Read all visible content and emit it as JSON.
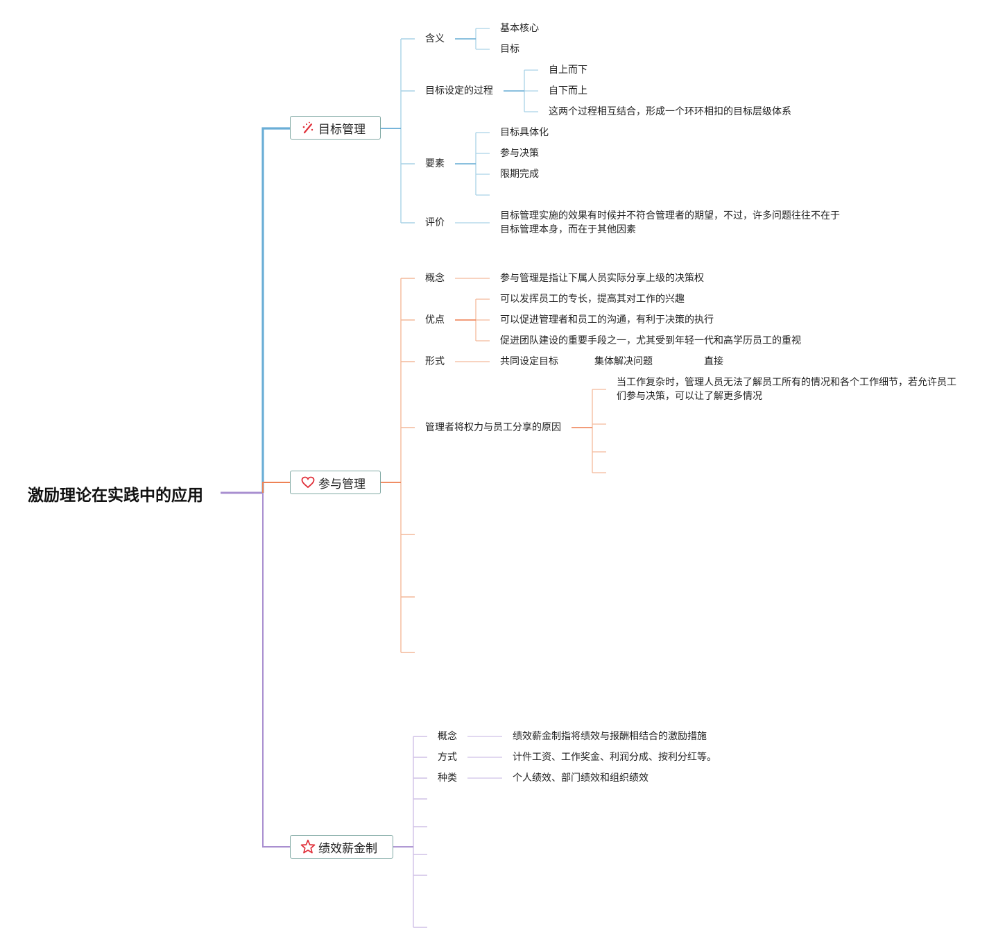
{
  "root": "激励理论在实践中的应用",
  "colors": {
    "blue": "#6aaed6",
    "blue_light": "#a9d2e6",
    "orange": "#ee8255",
    "orange_light": "#f4b99a",
    "purple": "#a98fd0",
    "purple_light": "#cfc0e6",
    "icon_red": "#e0303a"
  },
  "branches": {
    "mbo": {
      "label": "目标管理",
      "icon": "magic-wand-icon",
      "meaning": {
        "label": "含义",
        "items": [
          "基本核心",
          "目标"
        ]
      },
      "process": {
        "label": "目标设定的过程",
        "items": [
          "自上而下",
          "自下而上",
          "这两个过程相互结合，形成一个环环相扣的目标层级体系"
        ]
      },
      "elements": {
        "label": "要素",
        "items": [
          "目标具体化",
          "参与决策",
          "限期完成"
        ]
      },
      "evaluation": {
        "label": "评价",
        "text": "目标管理实施的效果有时候并不符合管理者的期望，不过，许多问题往往不在于目标管理本身，而在于其他因素"
      }
    },
    "participation": {
      "label": "参与管理",
      "icon": "heart-icon",
      "concept": {
        "label": "概念",
        "text": "参与管理是指让下属人员实际分享上级的决策权"
      },
      "advantages": {
        "label": "优点",
        "items": [
          "可以发挥员工的专长，提高其对工作的兴趣",
          "可以促进管理者和员工的沟通，有利于决策的执行",
          "促进团队建设的重要手段之一，尤其受到年轻一代和高学历员工的重视"
        ]
      },
      "forms": {
        "label": "形式",
        "items": [
          "共同设定目标",
          "集体解决问题",
          "直接"
        ]
      },
      "reasons": {
        "label": "管理者将权力与员工分享的原因",
        "text": "当工作复杂时，管理人员无法了解员工所有的情况和各个工作细节，若允许员工们参与决策，可以让了解更多情况"
      }
    },
    "pay": {
      "label": "绩效薪金制",
      "icon": "star-icon",
      "concept": {
        "label": "概念",
        "text": "绩效薪金制指将绩效与报酬相结合的激励措施"
      },
      "methods": {
        "label": "方式",
        "text": "计件工资、工作奖金、利润分成、按利分红等。"
      },
      "types": {
        "label": "种类",
        "text": "个人绩效、部门绩效和组织绩效"
      }
    }
  }
}
